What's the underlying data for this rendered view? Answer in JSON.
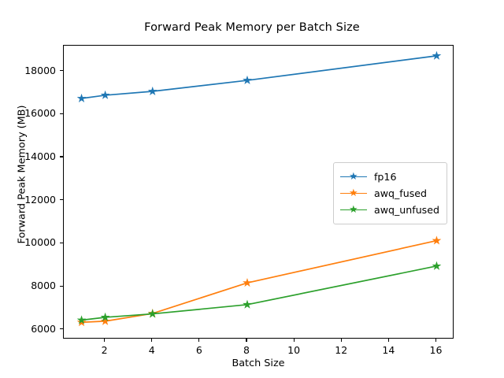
{
  "chart_data": {
    "type": "line",
    "title": "Forward Peak Memory per Batch Size",
    "xlabel": "Batch Size",
    "ylabel": "Forward Peak Memory (MB)",
    "x": [
      1,
      2,
      4,
      8,
      16
    ],
    "xlim": [
      0.25,
      16.75
    ],
    "ylim": [
      5555,
      19190
    ],
    "xticks": [
      2,
      4,
      6,
      8,
      10,
      12,
      14,
      16
    ],
    "xtick_labels": [
      "2",
      "4",
      "6",
      "8",
      "10",
      "12",
      "14",
      "16"
    ],
    "yticks": [
      6000,
      8000,
      10000,
      12000,
      14000,
      16000,
      18000
    ],
    "ytick_labels": [
      "6000",
      "8000",
      "10000",
      "12000",
      "14000",
      "16000",
      "18000"
    ],
    "grid": false,
    "legend_position": "center right",
    "marker": "star",
    "series": [
      {
        "name": "fp16",
        "color": "#1f77b4",
        "values": [
          16740,
          16890,
          17070,
          17580,
          18720
        ]
      },
      {
        "name": "awq_fused",
        "color": "#ff7f0e",
        "values": [
          6350,
          6400,
          6760,
          8180,
          10140
        ]
      },
      {
        "name": "awq_unfused",
        "color": "#2ca02c",
        "values": [
          6450,
          6580,
          6740,
          7170,
          8960
        ]
      }
    ]
  },
  "legend": {
    "entries": [
      "fp16",
      "awq_fused",
      "awq_unfused"
    ]
  },
  "icons": {
    "marker_glyph": "★"
  }
}
